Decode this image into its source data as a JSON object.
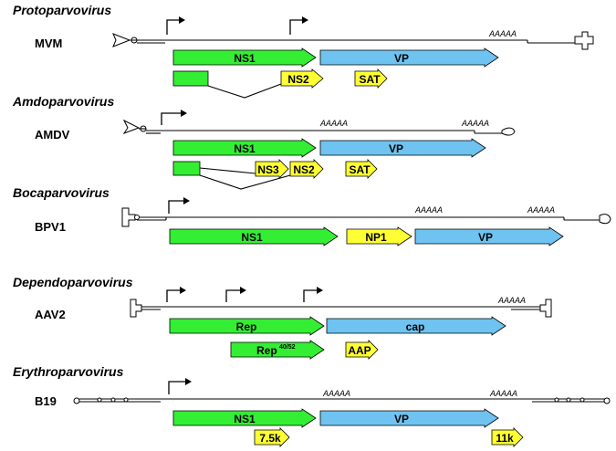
{
  "rows": [
    {
      "genus": "Protoparvovirus",
      "virus": "MVM",
      "polya": [
        "AAAAA"
      ],
      "genes": [
        {
          "label": "NS1",
          "color": "green"
        },
        {
          "label": "VP",
          "color": "blue"
        },
        {
          "label": "NS2",
          "color": "yellow"
        },
        {
          "label": "SAT",
          "color": "yellow"
        }
      ]
    },
    {
      "genus": "Amdoparvovirus",
      "virus": "AMDV",
      "polya": [
        "AAAAA",
        "AAAAA"
      ],
      "genes": [
        {
          "label": "NS1",
          "color": "green"
        },
        {
          "label": "VP",
          "color": "blue"
        },
        {
          "label": "NS3",
          "color": "yellow"
        },
        {
          "label": "NS2",
          "color": "yellow"
        },
        {
          "label": "SAT",
          "color": "yellow"
        }
      ]
    },
    {
      "genus": "Bocaparvovirus",
      "virus": "BPV1",
      "polya": [
        "AAAAA",
        "AAAAA"
      ],
      "genes": [
        {
          "label": "NS1",
          "color": "green"
        },
        {
          "label": "NP1",
          "color": "yellow"
        },
        {
          "label": "VP",
          "color": "blue"
        }
      ]
    },
    {
      "genus": "Dependoparvovirus",
      "virus": "AAV2",
      "polya": [
        "AAAAA"
      ],
      "genes": [
        {
          "label": "Rep",
          "color": "green"
        },
        {
          "label": "cap",
          "color": "blue"
        },
        {
          "label": "Rep",
          "sup": "40/52",
          "color": "green"
        },
        {
          "label": "AAP",
          "color": "yellow"
        }
      ]
    },
    {
      "genus": "Erythroparvovirus",
      "virus": "B19",
      "polya": [
        "AAAAA",
        "AAAAA"
      ],
      "genes": [
        {
          "label": "NS1",
          "color": "green"
        },
        {
          "label": "VP",
          "color": "blue"
        },
        {
          "label": "7.5k",
          "color": "yellow"
        },
        {
          "label": "11k",
          "color": "yellow"
        }
      ]
    }
  ]
}
